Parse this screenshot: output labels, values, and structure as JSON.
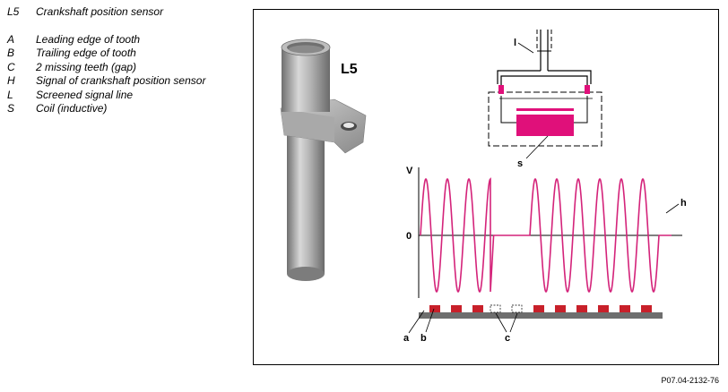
{
  "legend": {
    "title": {
      "key": "L5",
      "text": "Crankshaft position sensor"
    },
    "items": [
      {
        "key": "A",
        "text": "Leading edge of tooth"
      },
      {
        "key": "B",
        "text": "Trailing edge of tooth"
      },
      {
        "key": "C",
        "text": "2 missing teeth (gap)"
      },
      {
        "key": "H",
        "text": "Signal of crankshaft position sensor"
      },
      {
        "key": "L",
        "text": "Screened signal line"
      },
      {
        "key": "S",
        "text": "Coil (inductive)"
      }
    ]
  },
  "figure": {
    "sensor_label": "L5",
    "line_label": "l",
    "coil_label": "s",
    "axis_y_label": "V",
    "axis_zero_label": "0",
    "signal_label": "h",
    "label_a": "a",
    "label_b": "b",
    "label_c": "c"
  },
  "footer": {
    "code": "P07.04-2132-76"
  },
  "colors": {
    "signal": "#d4237a",
    "tooth": "#c8202a",
    "coil": "#e0107a",
    "wheel": "#6e6e6e",
    "sensor_body": "#9a9a9a"
  }
}
